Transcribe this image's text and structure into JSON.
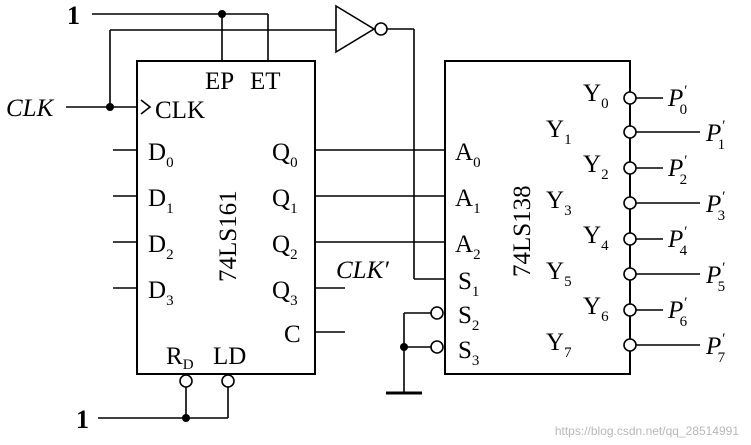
{
  "inputs": {
    "top_one": "1",
    "bottom_one": "1",
    "clk": "CLK",
    "clk_prime": "CLK",
    "prime": "′"
  },
  "counter": {
    "chip_name": "74LS161",
    "ep": "EP",
    "et": "ET",
    "clk": "CLK",
    "d_prefix": "D",
    "d_subs": [
      "0",
      "1",
      "2",
      "3"
    ],
    "q_prefix": "Q",
    "q_subs": [
      "0",
      "1",
      "2",
      "3"
    ],
    "c": "C",
    "rd_main": "R",
    "rd_sub": "D",
    "ld": "LD"
  },
  "decoder": {
    "chip_name": "74LS138",
    "a_prefix": "A",
    "a_subs": [
      "0",
      "1",
      "2"
    ],
    "s_prefix": "S",
    "s_subs": [
      "1",
      "2",
      "3"
    ],
    "y_prefix": "Y",
    "y_subs": [
      "0",
      "1",
      "2",
      "3",
      "4",
      "5",
      "6",
      "7"
    ],
    "p_prefix": "P",
    "p_subs": [
      "0",
      "1",
      "2",
      "3",
      "4",
      "5",
      "6",
      "7"
    ]
  },
  "watermark": "https://blog.csdn.net/qq_28514991"
}
